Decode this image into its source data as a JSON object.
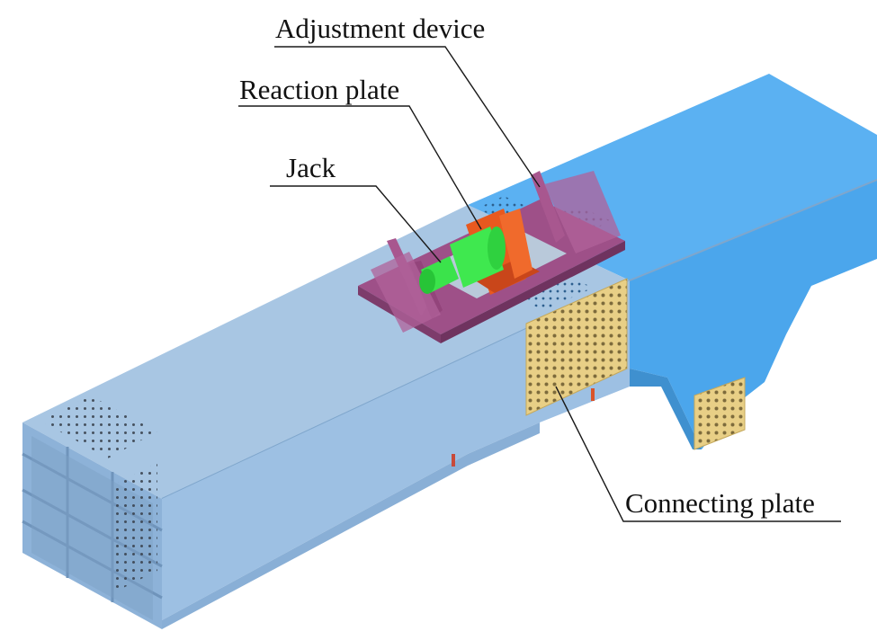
{
  "labels": {
    "adjustment_device": "Adjustment device",
    "reaction_plate": "Reaction plate",
    "jack": "Jack",
    "connecting_plate": "Connecting plate"
  },
  "colors": {
    "girder_top": "#a9c8e5",
    "girder_side": "#9fc1e4",
    "girder_end": "#8fb3d8",
    "far_girder": "#57aef0",
    "far_girder_side": "#4aa3ea",
    "adjustment_device": "#9d4f86",
    "reaction_plate": "#e85a24",
    "jack": "#39e64a",
    "connecting_plate": "#e8cf86",
    "bolt_hole": "#3a3a3a"
  }
}
